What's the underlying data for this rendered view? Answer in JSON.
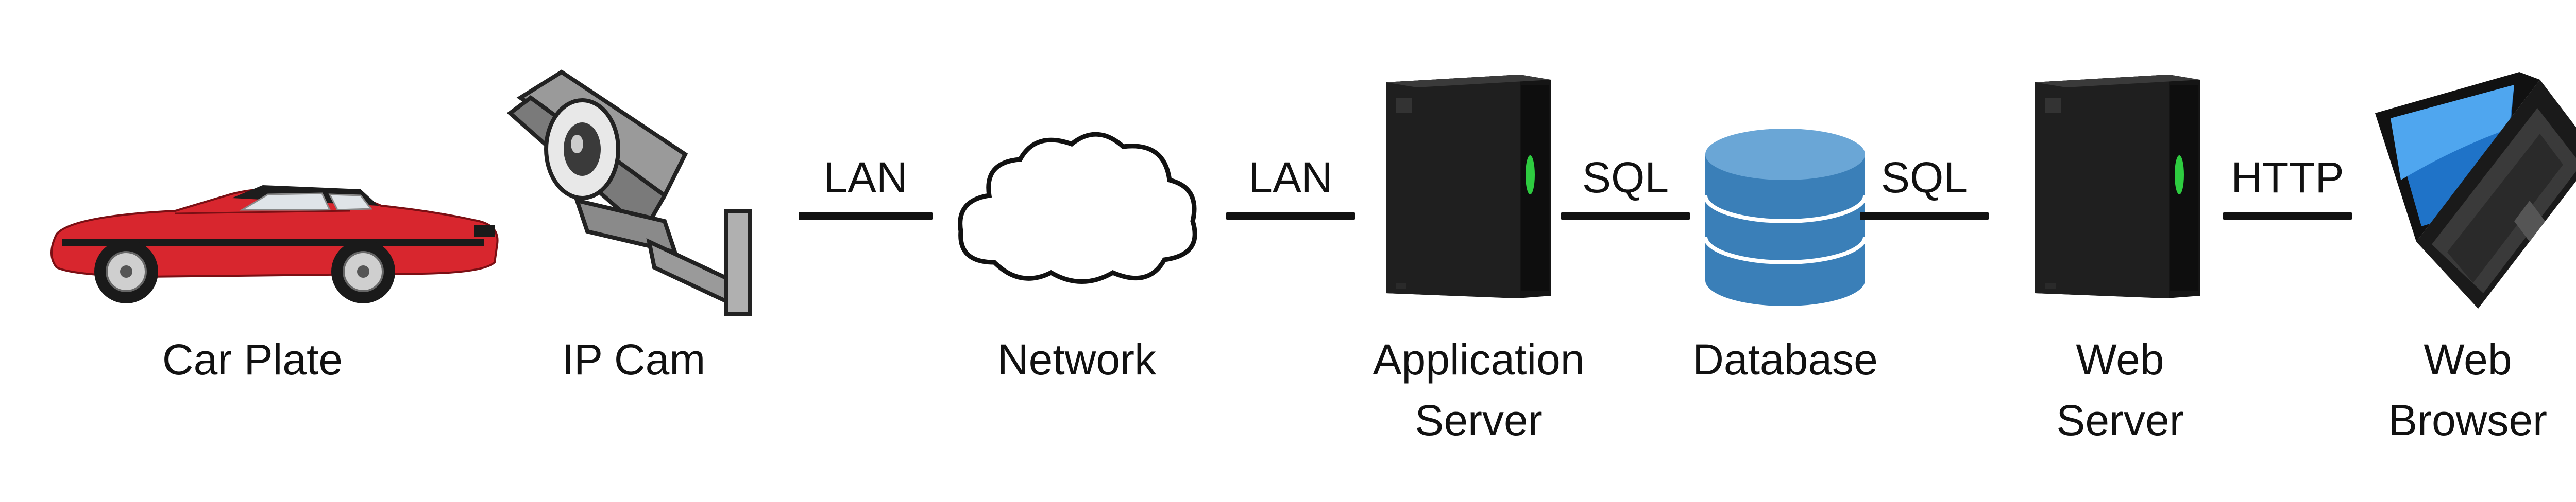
{
  "nodes": [
    {
      "id": "car",
      "label": "Car Plate",
      "icon": "car-icon"
    },
    {
      "id": "cam",
      "label": "IP Cam",
      "icon": "security-camera-icon"
    },
    {
      "id": "network",
      "label": "Network",
      "icon": "cloud-icon"
    },
    {
      "id": "appserver",
      "label": "Application Server",
      "icon": "server-tower-icon"
    },
    {
      "id": "database",
      "label": "Database",
      "icon": "database-icon"
    },
    {
      "id": "webserver",
      "label": "Web Server",
      "icon": "server-tower-icon"
    },
    {
      "id": "browser",
      "label": "Web Browser",
      "icon": "laptop-icon"
    }
  ],
  "connections": [
    {
      "from": "cam",
      "to": "network",
      "label": "LAN"
    },
    {
      "from": "network",
      "to": "appserver",
      "label": "LAN"
    },
    {
      "from": "appserver",
      "to": "database",
      "label": "SQL"
    },
    {
      "from": "database",
      "to": "webserver",
      "label": "SQL"
    },
    {
      "from": "webserver",
      "to": "browser",
      "label": "HTTP"
    }
  ],
  "colors": {
    "car_body": "#d8262e",
    "server_body": "#151515",
    "server_led": "#2ecc40",
    "database_fill": "#3a7fb8",
    "laptop_screen": "#1f73c8",
    "line": "#111111"
  }
}
